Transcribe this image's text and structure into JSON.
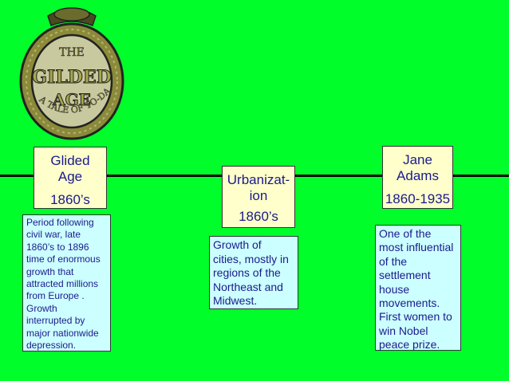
{
  "logo": {
    "line1": "THE",
    "line2": "GILDED",
    "line3": "AGE",
    "subtitle": "A TALE OF TO-DAY"
  },
  "events": [
    {
      "title": "Glided\nAge",
      "date": "1860’s",
      "description": "Period following\ncivil war, late\n1860’s to 1896\ntime of enormous\ngrowth that\nattracted millions\nfrom Europe .\nGrowth\ninterrupted by\nmajor nationwide\ndepression."
    },
    {
      "title": "Urbanizat-\nion",
      "date": "1860’s",
      "description": "Growth of\ncities, mostly in\nregions of the\nNortheast and\nMidwest."
    },
    {
      "title": "Jane\nAdams",
      "date": "1860-1935",
      "description": "One of the\nmost influential\nof the\nsettlement\nhouse\nmovements.\nFirst women to\nwin Nobel\npeace prize."
    }
  ]
}
